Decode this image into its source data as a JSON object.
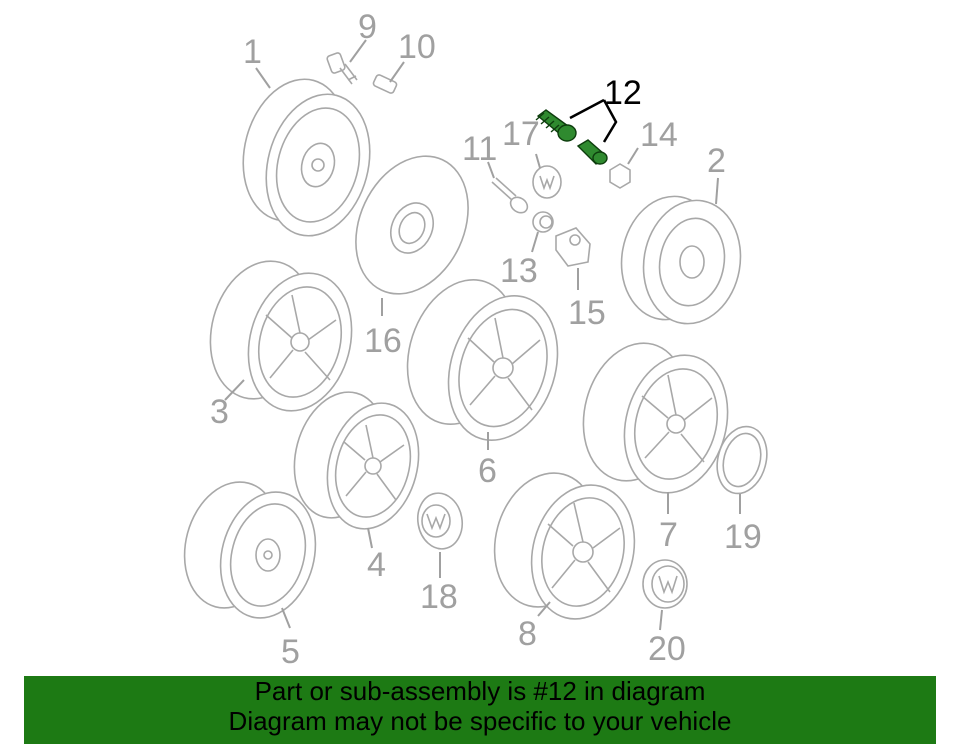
{
  "callouts": [
    {
      "id": "1",
      "label": "1"
    },
    {
      "id": "2",
      "label": "2"
    },
    {
      "id": "3",
      "label": "3"
    },
    {
      "id": "4",
      "label": "4"
    },
    {
      "id": "5",
      "label": "5"
    },
    {
      "id": "6",
      "label": "6"
    },
    {
      "id": "7",
      "label": "7"
    },
    {
      "id": "8",
      "label": "8"
    },
    {
      "id": "9",
      "label": "9"
    },
    {
      "id": "10",
      "label": "10"
    },
    {
      "id": "11",
      "label": "11"
    },
    {
      "id": "12",
      "label": "12"
    },
    {
      "id": "13",
      "label": "13"
    },
    {
      "id": "14",
      "label": "14"
    },
    {
      "id": "15",
      "label": "15"
    },
    {
      "id": "16",
      "label": "16"
    },
    {
      "id": "17",
      "label": "17"
    },
    {
      "id": "18",
      "label": "18"
    },
    {
      "id": "19",
      "label": "19"
    },
    {
      "id": "20",
      "label": "20"
    }
  ],
  "highlighted_part": "12",
  "colors": {
    "highlight": "#2f8a2f",
    "banner": "#1d7a14",
    "line": "#a8a8a8"
  },
  "banner": {
    "line1": "Part or sub-assembly is #12 in diagram",
    "line2": "Diagram may not be specific to your vehicle"
  }
}
